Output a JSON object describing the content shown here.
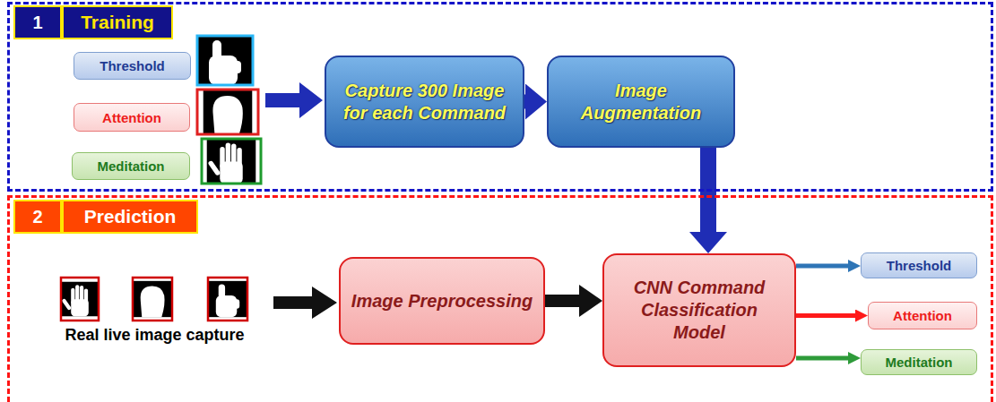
{
  "diagram": {
    "nodes": [
      {
        "text": [
          "1",
          "Training"
        ]
      },
      {
        "text": [
          "Threshold"
        ],
        "in": 0
      },
      {
        "text": [
          "Attention"
        ],
        "in": 0
      },
      {
        "text": [
          "Meditation"
        ],
        "in": 0
      },
      {
        "text": [
          "Capture 300 Image for each Command"
        ],
        "in": 0
      },
      {
        "text": [
          "Image Augmentation"
        ],
        "in": 0
      },
      {
        "text": [
          "2",
          "Prediction"
        ]
      },
      {
        "text": [
          "Image Preprocessing"
        ],
        "in": 6
      },
      {
        "text": [
          "CNN Command Classification Model"
        ],
        "in": 6
      },
      {
        "text": [
          "Threshold"
        ],
        "in": 6
      },
      {
        "text": [
          "Attention"
        ],
        "in": 6
      },
      {
        "text": [
          "Meditation"
        ],
        "in": 6
      }
    ],
    "edges": [
      {
        "from": 4,
        "to": 5,
        "arrow": "to"
      },
      {
        "from": 5,
        "to": 8,
        "arrow": "to"
      },
      {
        "from": 7,
        "to": 8,
        "arrow": "to"
      },
      {
        "from": 8,
        "to": 9,
        "arrow": "to"
      },
      {
        "from": 8,
        "to": 10,
        "arrow": "to"
      },
      {
        "from": 8,
        "to": 11,
        "arrow": "to"
      }
    ],
    "labels": [
      "Real live image capture"
    ]
  }
}
